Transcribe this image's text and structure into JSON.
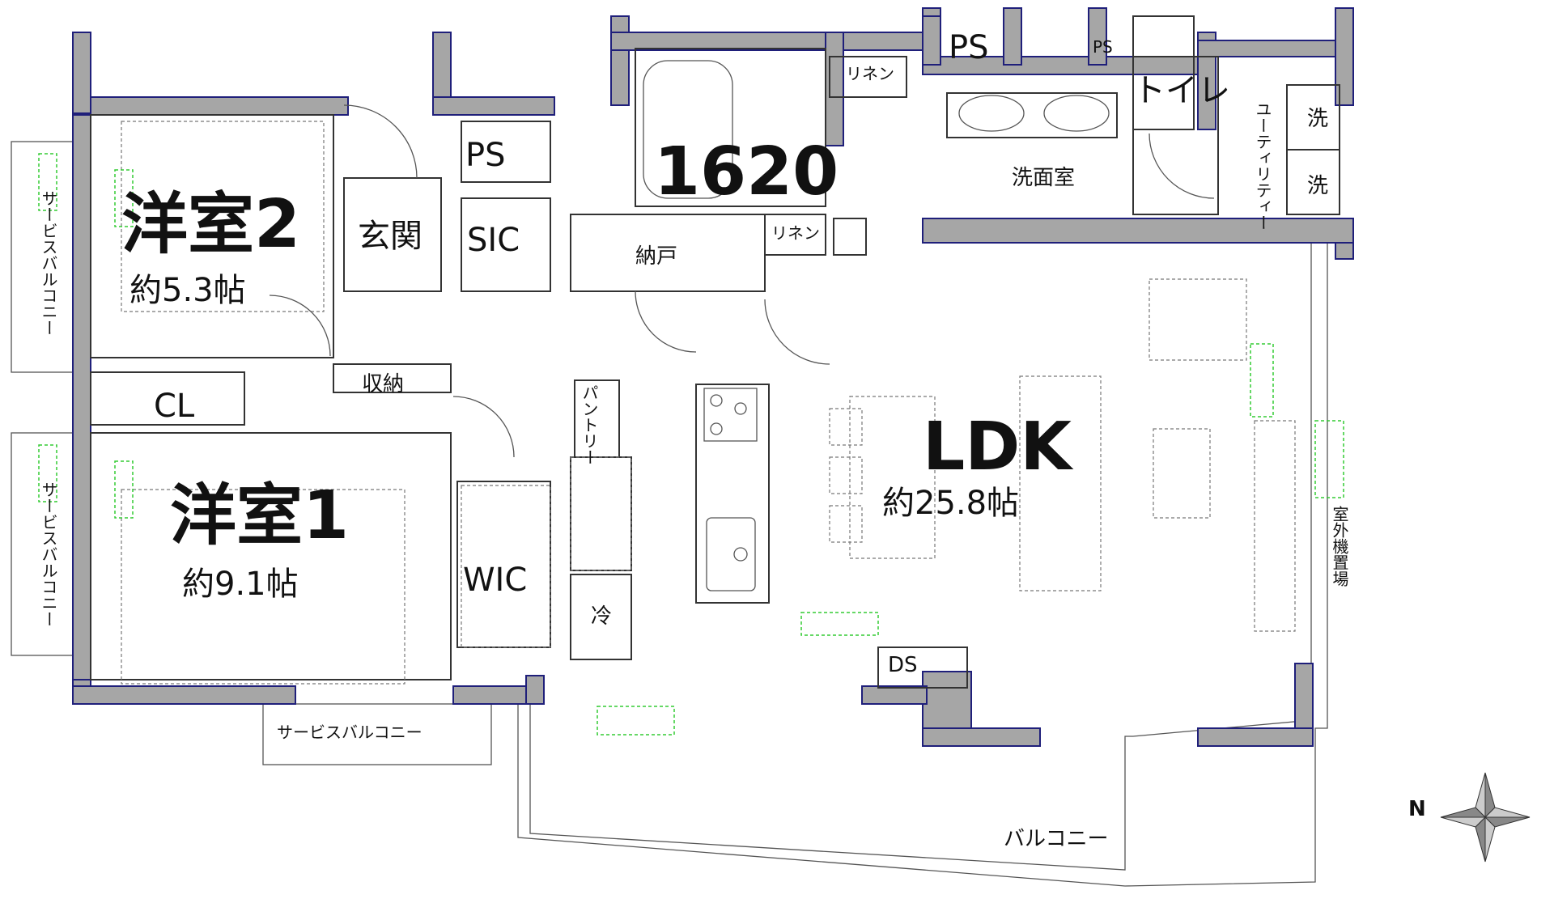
{
  "rooms": {
    "western_room_2": {
      "name": "洋室2",
      "size": "約5.3帖"
    },
    "western_room_1": {
      "name": "洋室1",
      "size": "約9.1帖"
    },
    "ldk": {
      "name": "LDK",
      "size": "約25.8帖"
    },
    "entrance": "玄関",
    "sic": "SIC",
    "wic": "WIC",
    "cl": "CL",
    "storage": "収納",
    "closet": "納戸",
    "bath": "1620",
    "linen_top": "リネン",
    "linen_mid": "リネン",
    "washroom": "洗面室",
    "toilet": "トイレ",
    "ps_1": "PS",
    "ps_2": "PS",
    "ps_3": "PS",
    "utility": "ユーティリティー",
    "wash_1": "洗",
    "wash_2": "洗",
    "pantry": "パントリー",
    "fridge": "冷",
    "ds": "DS"
  },
  "balconies": {
    "service_left_top": "サービスバルコニー",
    "service_left_bottom": "サービスバルコニー",
    "service_bottom": "サービスバルコニー",
    "main": "バルコニー",
    "outdoor_unit": "室外機置場"
  },
  "compass": {
    "north": "N"
  }
}
